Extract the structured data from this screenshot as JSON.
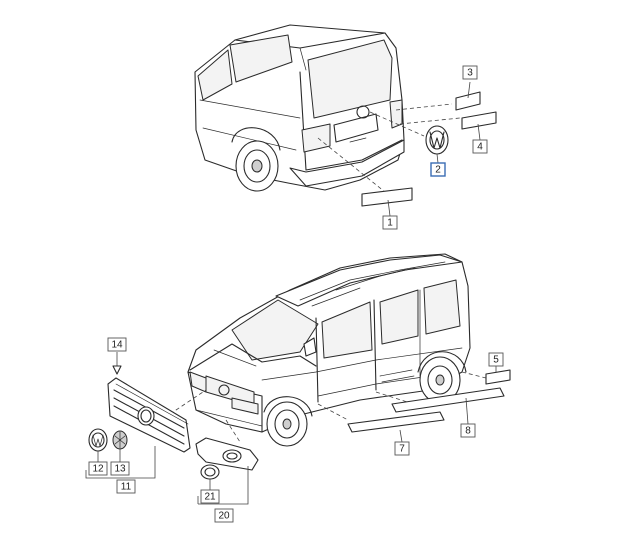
{
  "callouts": [
    {
      "id": "1",
      "label": "1"
    },
    {
      "id": "2",
      "label": "2",
      "highlight": true
    },
    {
      "id": "3",
      "label": "3"
    },
    {
      "id": "4",
      "label": "4"
    },
    {
      "id": "5",
      "label": "5"
    },
    {
      "id": "7",
      "label": "7"
    },
    {
      "id": "8",
      "label": "8"
    },
    {
      "id": "11",
      "label": "11"
    },
    {
      "id": "12",
      "label": "12"
    },
    {
      "id": "13",
      "label": "13"
    },
    {
      "id": "14",
      "label": "14"
    },
    {
      "id": "20",
      "label": "20"
    },
    {
      "id": "21",
      "label": "21"
    }
  ],
  "colors": {
    "highlight": "#3a6db3",
    "line": "#2b2b2b"
  }
}
